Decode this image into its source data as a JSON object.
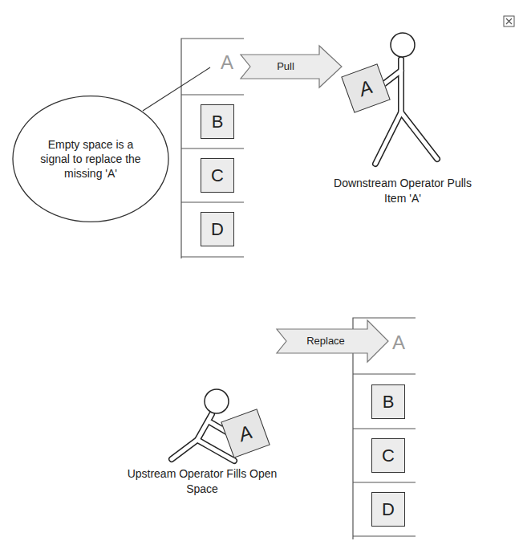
{
  "diagram": {
    "nodes": [
      {
        "text": [
          "Empty space is a signal to replace the missing 'A'"
        ]
      },
      {
        "text": [
          "B"
        ]
      },
      {
        "text": [
          "C"
        ]
      },
      {
        "text": [
          "D"
        ]
      },
      {
        "text": [
          "A"
        ]
      },
      {
        "text": [
          "A"
        ]
      },
      {
        "text": [
          "B"
        ]
      },
      {
        "text": [
          "C"
        ]
      },
      {
        "text": [
          "D"
        ]
      }
    ],
    "labels": [
      "A",
      "Pull",
      "Downstream Operator Pulls Item 'A'",
      "Replace",
      "A",
      "Upstream Operator Fills Open Space"
    ]
  }
}
